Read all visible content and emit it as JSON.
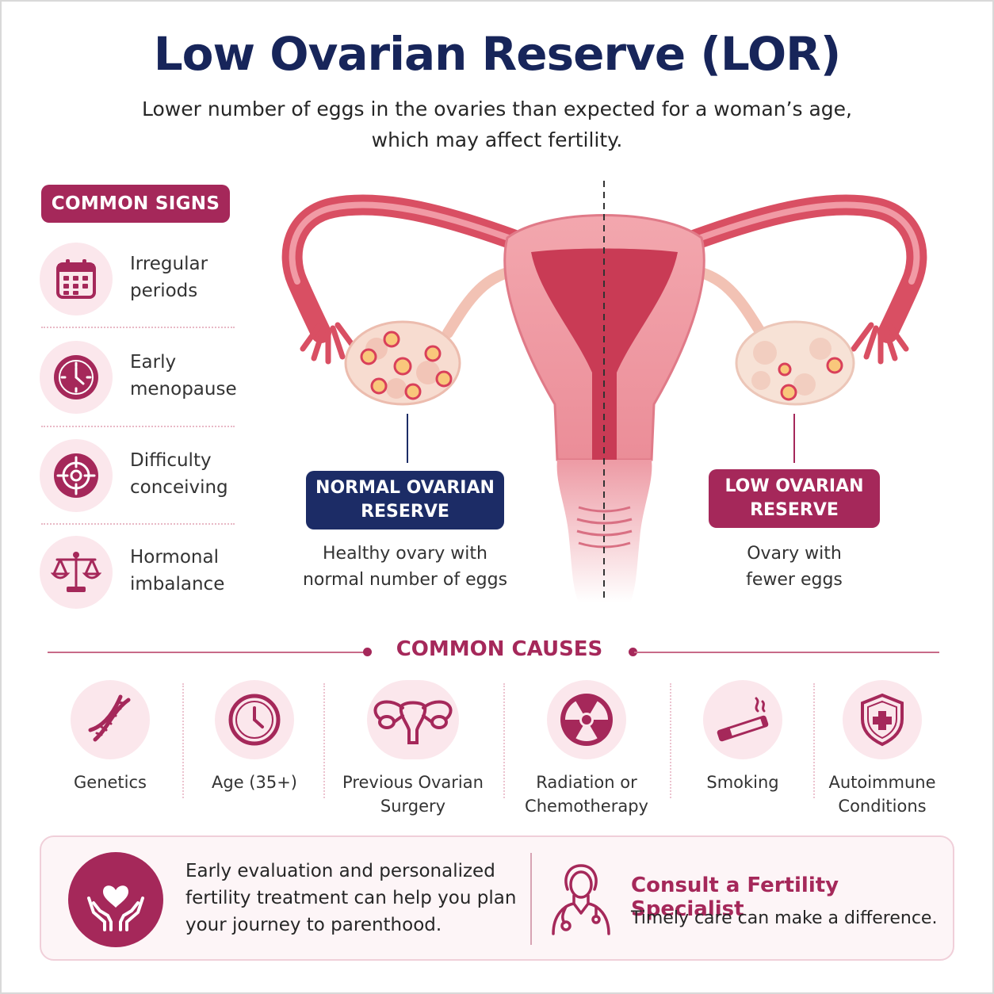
{
  "header": {
    "title": "Low Ovarian Reserve (LOR)",
    "subtitle_line1": "Lower number of eggs in the ovaries than expected for a woman’s age,",
    "subtitle_line2": "which may affect fertility."
  },
  "signs": {
    "heading": "COMMON SIGNS",
    "items": [
      {
        "line1": "Irregular",
        "line2": "periods",
        "icon": "calendar-icon"
      },
      {
        "line1": "Early",
        "line2": "menopause",
        "icon": "clock-icon"
      },
      {
        "line1": "Difficulty",
        "line2": "conceiving",
        "icon": "target-icon"
      },
      {
        "line1": "Hormonal",
        "line2": "imbalance",
        "icon": "scale-icon"
      }
    ]
  },
  "anatomy": {
    "normal": {
      "label_line1": "NORMAL OVARIAN",
      "label_line2": "RESERVE",
      "caption_line1": "Healthy ovary with",
      "caption_line2": "normal number of eggs"
    },
    "low": {
      "label_line1": "LOW OVARIAN",
      "label_line2": "RESERVE",
      "caption_line1": "Ovary with",
      "caption_line2": "fewer eggs"
    }
  },
  "causes": {
    "heading": "COMMON CAUSES",
    "items": [
      {
        "line1": "Genetics",
        "line2": "",
        "icon": "dna-icon"
      },
      {
        "line1": "Age (35+)",
        "line2": "",
        "icon": "clock-icon"
      },
      {
        "line1": "Previous Ovarian",
        "line2": "Surgery",
        "icon": "uterus-icon"
      },
      {
        "line1": "Radiation or",
        "line2": "Chemotherapy",
        "icon": "radiation-icon"
      },
      {
        "line1": "Smoking",
        "line2": "",
        "icon": "cigarette-icon"
      },
      {
        "line1": "Autoimmune",
        "line2": "Conditions",
        "icon": "shield-icon"
      }
    ]
  },
  "banner": {
    "message_line1": "Early evaluation and personalized",
    "message_line2": "fertility treatment can help you plan",
    "message_line3": "your journey to parenthood.",
    "cta_title": "Consult a Fertility Specialist",
    "cta_subtitle": "Timely care can make a difference."
  },
  "colors": {
    "navy": "#1c2c66",
    "title_navy": "#17255a",
    "accent": "#a5285a",
    "soft_pink": "#fbe7ec"
  }
}
